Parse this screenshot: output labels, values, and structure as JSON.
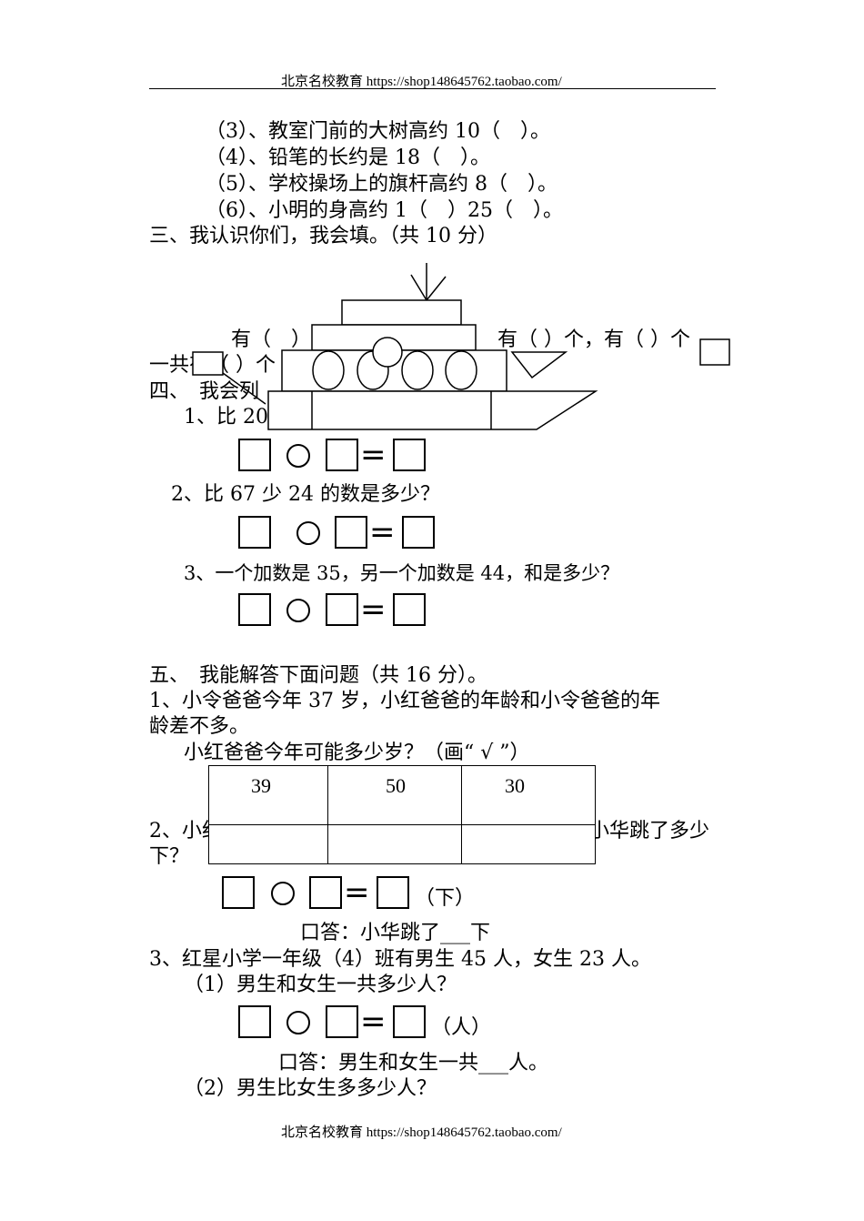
{
  "header": {
    "text": "北京名校教育 https://shop148645762.taobao.com/"
  },
  "footer": {
    "text": "北京名校教育 https://shop148645762.taobao.com/"
  },
  "section2_items": [
    "（3）、教室门前的大树高约 10（　）。",
    "（4）、铅笔的长约是 18（　）。",
    "（5）、学校操场上的旗杆高约 8（　）。",
    "（6）、小明的身高约 1（　）25（　）。"
  ],
  "section3": {
    "title": "三、我认识你们，我会填。（共 10 分）",
    "line1_left": "有（　）个",
    "line1_right": "有（ ）个，有（ ）个",
    "line2": "一共有（ ）个",
    "circle_count": 4,
    "rect_count": 4
  },
  "section4": {
    "title": "四、　我会列",
    "q1": "1、比 20",
    "q2": "2、比 67 少 24 的数是多少？",
    "q3": "3、一个加数是 35，另一个加数是 44，和是多少？"
  },
  "section5": {
    "title": "五、　我能解答下面问题（共 16 分）。",
    "q1_line1": "1、小令爸爸今年 37 岁，小红爸爸的年龄和小令爸爸的年",
    "q1_line2": "龄差不多。",
    "q1_prompt": "小红爸爸今年可能多少岁？（画“ √ ”）",
    "q1_options": [
      "39",
      "50",
      "30"
    ],
    "q2_left": "2、小红",
    "q2_right": "小华跳了多少",
    "q2_line2": "下？",
    "q2_unit": "（下）",
    "q2_answer": "口答：小华跳了___下",
    "q3_title": "3、红星小学一年级（4）班有男生 45 人，女生 23 人。",
    "q3_sub1": "（1）男生和女生一共多少人？",
    "q3_unit": "（人）",
    "q3_answer": "口答：男生和女生一共___人。",
    "q3_sub2": "（2）男生比女生多多少人？"
  }
}
